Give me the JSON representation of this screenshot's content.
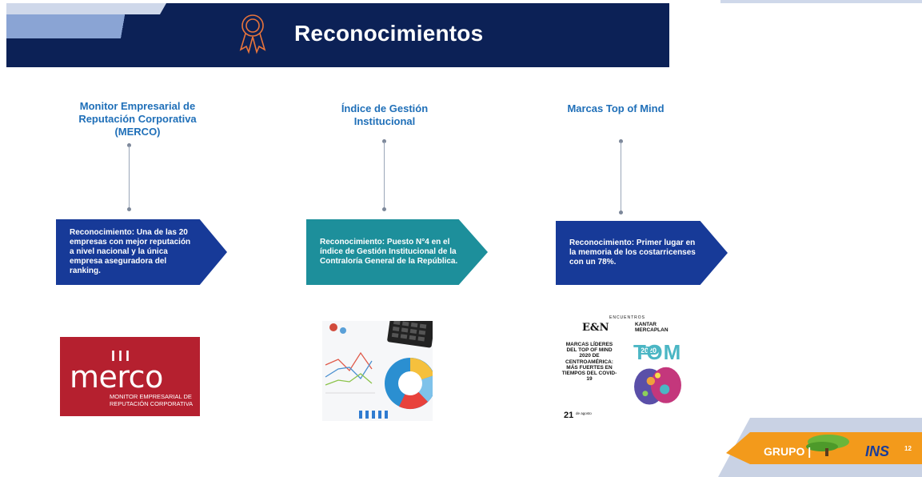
{
  "header": {
    "title": "Reconocimientos"
  },
  "columns": [
    {
      "title": "Monitor Empresarial de Reputación Corporativa (MERCO)",
      "recognition": "Reconocimiento: Una de las 20 empresas con mejor reputación a nivel nacional y la única empresa aseguradora del ranking."
    },
    {
      "title": "Índice de Gestión Institucional",
      "recognition": "Reconocimiento:  Puesto N°4 en el índice de Gestión Institucional de la Contraloría General de la República."
    },
    {
      "title": "Marcas Top of Mind",
      "recognition": "Reconocimiento: Primer lugar en la memoria  de los costarricenses con un 78%."
    }
  ],
  "merco_logo": {
    "mark": "III",
    "word": "merco",
    "subtitle": "MONITOR EMPRESARIAL DE REPUTACIÓN CORPORATIVA"
  },
  "tom_poster": {
    "encuentros": "ENCUENTROS",
    "brand": "E&N",
    "kantar": "KANTAR MERCAPLAN",
    "headline": "MARCAS LÍDERES DEL TOP OF MIND 2020 DE CENTROAMÉRICA: MÁS FUERTES EN TIEMPOS DEL COVID-19",
    "year": "2020",
    "tom": "TOM",
    "day": "21",
    "month": "de agosto"
  },
  "footer": {
    "grupo": "GRUPO |",
    "ins": "INS",
    "page": "12"
  },
  "colors": {
    "navy": "#0c2156",
    "blue": "#173a98",
    "teal": "#1d8f9b",
    "title": "#1f6fb8",
    "orange": "#f39a1b"
  },
  "icons": [
    "award-ribbon-icon",
    "calculator-chart-image",
    "ins-tree-logo"
  ]
}
